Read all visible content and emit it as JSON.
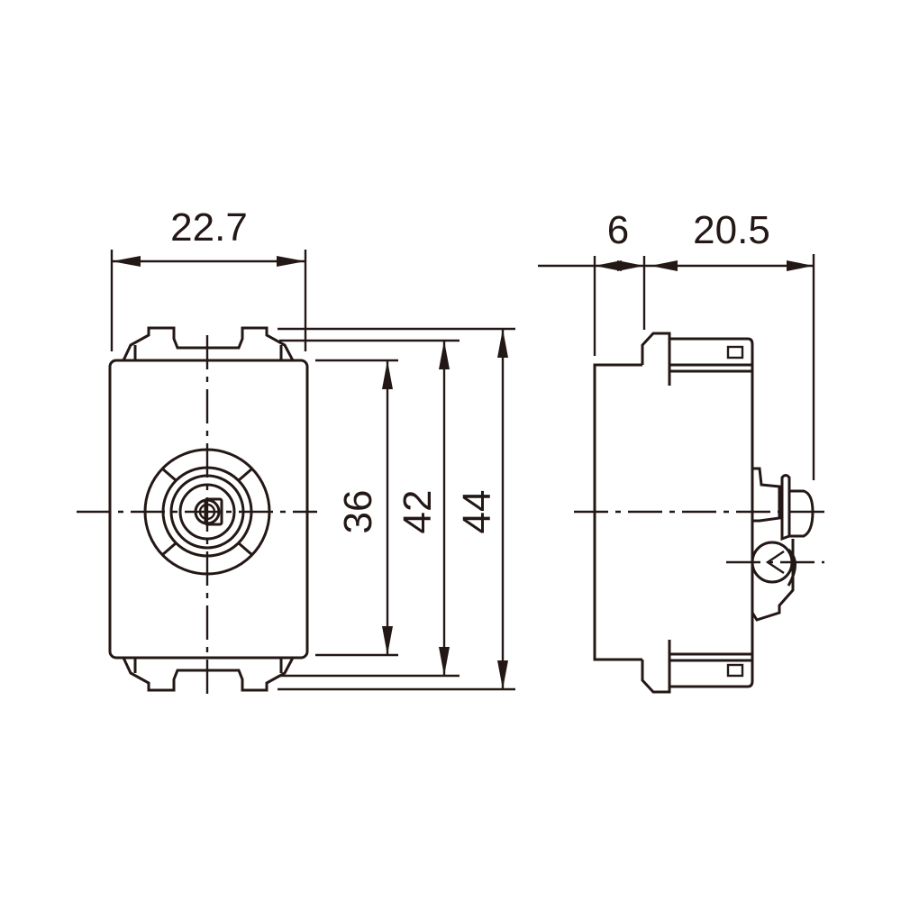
{
  "drawing": {
    "ink_color": "#231815",
    "front_view": {
      "width_label": "22.7",
      "height_labels": [
        "36",
        "42",
        "44"
      ]
    },
    "side_view": {
      "depth_labels": [
        "6",
        "20.5"
      ]
    }
  }
}
